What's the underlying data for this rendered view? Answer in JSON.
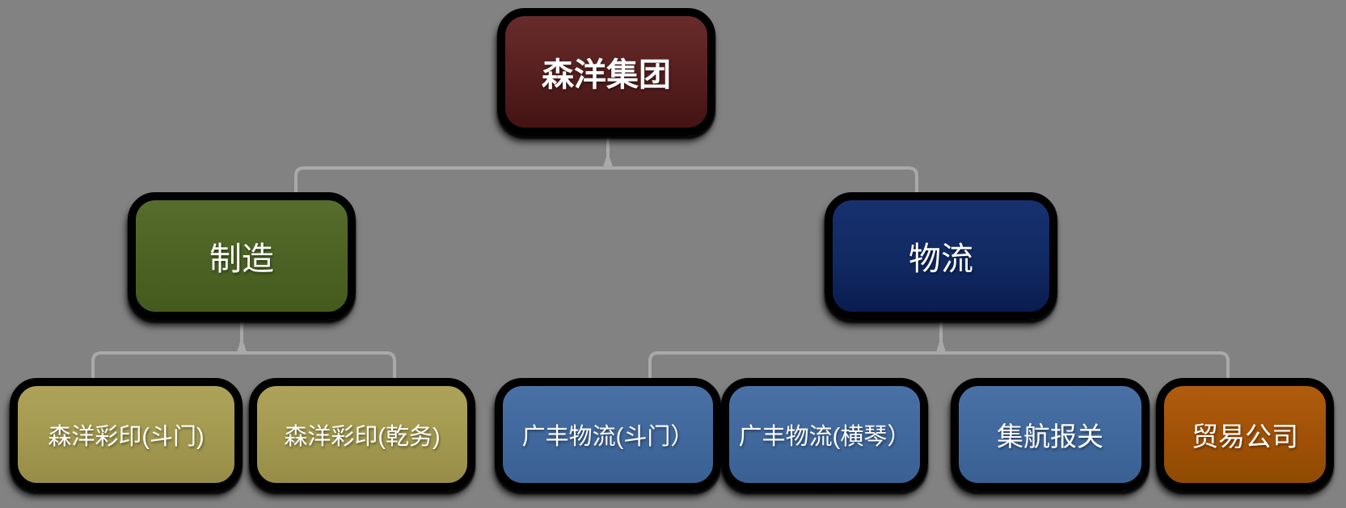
{
  "canvas": {
    "background_color": "#828282",
    "connector_color": "#a9a9a9"
  },
  "org_chart": {
    "root": {
      "label": "森洋集团",
      "color": "#5a2121"
    },
    "branches": [
      {
        "label": "制造",
        "color": "#4c6224",
        "children": [
          {
            "label": "森洋彩印(斗门)",
            "color": "#a2994f"
          },
          {
            "label": "森洋彩印(乾务)",
            "color": "#a2994f"
          }
        ]
      },
      {
        "label": "物流",
        "color": "#112a63",
        "children": [
          {
            "label": "广丰物流(斗门）",
            "color": "#40689c"
          },
          {
            "label": "广丰物流(横琴）",
            "color": "#40689c"
          },
          {
            "label": "集航报关",
            "color": "#40689c"
          },
          {
            "label": "贸易公司",
            "color": "#a05106"
          }
        ]
      }
    ]
  }
}
